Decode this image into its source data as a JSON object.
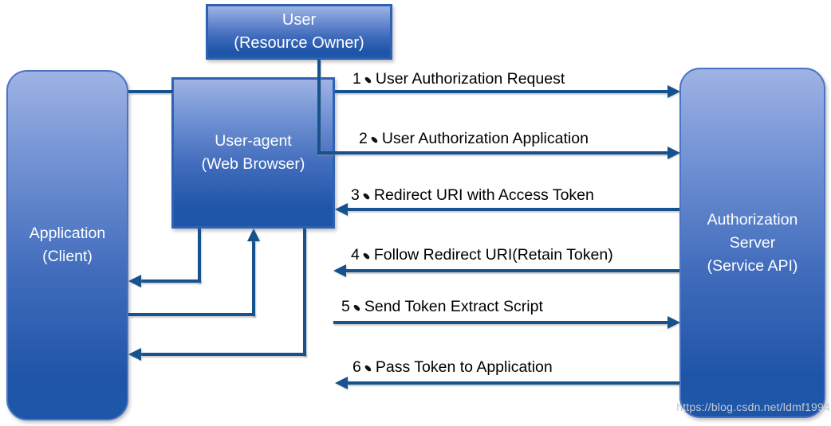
{
  "diagram": {
    "boxes": {
      "user": {
        "title": "User",
        "subtitle": "(Resource Owner)"
      },
      "user_agent": {
        "title": "User-agent",
        "subtitle": "(Web Browser)"
      },
      "application": {
        "title": "Application",
        "subtitle": "(Client)"
      },
      "auth_server": {
        "lines": [
          "Authorization",
          "Server",
          "(Service API)"
        ]
      }
    },
    "steps": [
      {
        "num": "1",
        "comma": "、",
        "label": "User Authorization Request",
        "direction": "right"
      },
      {
        "num": "2",
        "comma": "、",
        "label": "User Authorization Application",
        "direction": "right"
      },
      {
        "num": "3",
        "comma": "、",
        "label": "Redirect URI with Access Token",
        "direction": "left"
      },
      {
        "num": "4",
        "comma": "、",
        "label": "Follow Redirect URI(Retain Token)",
        "direction": "left"
      },
      {
        "num": "5",
        "comma": "、",
        "label": "Send Token Extract Script",
        "direction": "right"
      },
      {
        "num": "6",
        "comma": "、",
        "label": "Pass Token to Application",
        "direction": "left"
      }
    ],
    "watermark": "https://blog.csdn.net/ldmf1994",
    "colors": {
      "line": "#15528e",
      "box_border": "#2d62b4",
      "box_gradient_top": "#9fb3e4",
      "box_gradient_bottom": "#1d56a9",
      "label_text": "#000000",
      "box_text": "#ffffff",
      "watermark_text": "#c6cbd2"
    }
  }
}
